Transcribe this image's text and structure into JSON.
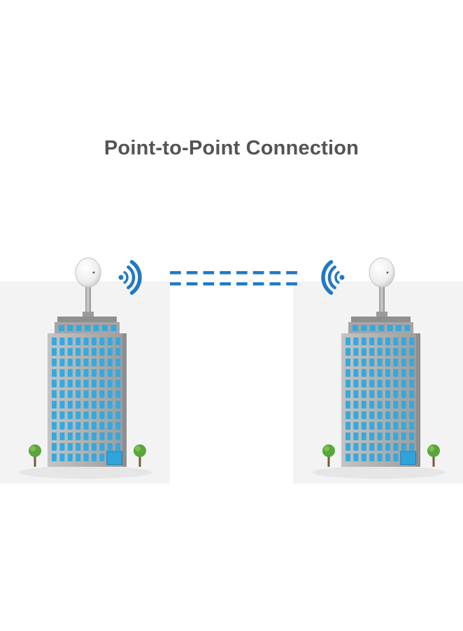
{
  "diagram": {
    "title": "Point-to-Point Connection",
    "colors": {
      "signal": "#2379c0",
      "link_dash": "#2379c0",
      "window": "#35a9dd",
      "building_face": "#a9a9a9",
      "panel_bg": "#f3f3f3",
      "title_text": "#545454"
    },
    "nodes": [
      {
        "name": "left-building",
        "antenna": "dish-antenna",
        "signal_direction": "right"
      },
      {
        "name": "right-building",
        "antenna": "dish-antenna",
        "signal_direction": "left"
      }
    ],
    "link": {
      "style": "dashed",
      "dash_count": 8
    }
  }
}
